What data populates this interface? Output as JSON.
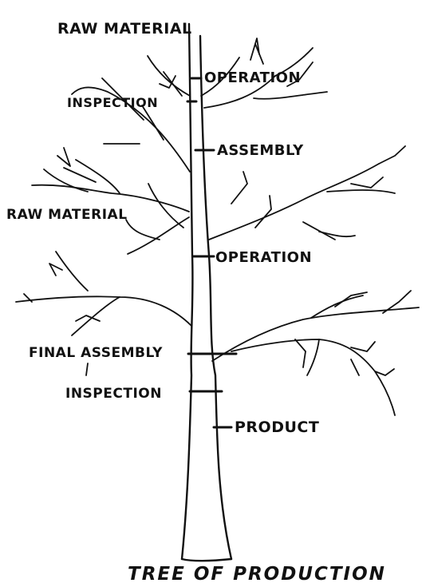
{
  "labels": {
    "raw_material_top": "RAW MATERIAL",
    "operation_top": "OPERATION",
    "inspection_top": "INSPECTION",
    "assembly": "ASSEMBLY",
    "raw_material_left": "RAW MATERIAL",
    "operation_mid": "OPERATION",
    "final_assembly": "FINAL ASSEMBLY",
    "inspection_bottom": "INSPECTION",
    "product": "PRODUCT"
  },
  "caption": "TREE OF PRODUCTION"
}
